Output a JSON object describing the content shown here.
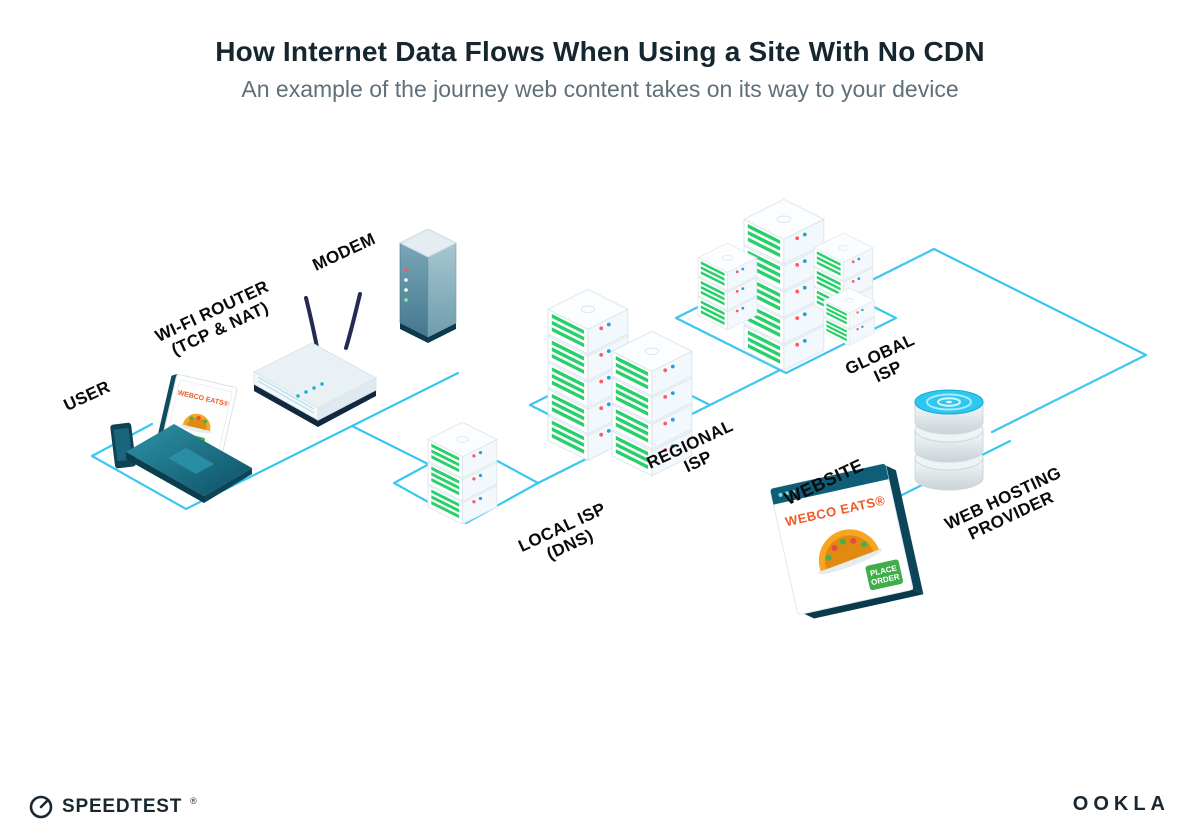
{
  "header": {
    "title": "How Internet Data Flows When Using a Site With No CDN",
    "subtitle": "An example of the journey web content takes on its way to your device"
  },
  "nodes": {
    "user": {
      "label": "USER"
    },
    "wifi_router": {
      "label_line1": "WI-FI ROUTER",
      "label_line2": "(TCP & NAT)"
    },
    "modem": {
      "label": "MODEM"
    },
    "local_isp": {
      "label_line1": "LOCAL ISP",
      "label_line2": "(DNS)"
    },
    "regional_isp": {
      "label_line1": "REGIONAL",
      "label_line2": "ISP"
    },
    "global_isp": {
      "label_line1": "GLOBAL",
      "label_line2": "ISP"
    },
    "website": {
      "label": "WEBSITE"
    },
    "web_hosting": {
      "label_line1": "WEB HOSTING",
      "label_line2": "PROVIDER"
    }
  },
  "website_card": {
    "brand": "WEBCO EATS®",
    "button_line1": "PLACE",
    "button_line2": "ORDER"
  },
  "laptop_screen": {
    "brand": "WEBCO EATS®"
  },
  "footer": {
    "speedtest": "SPEEDTEST",
    "speedtest_reg": "®",
    "ookla": "OOKLA"
  },
  "colors": {
    "connector": "#3CC7F2",
    "server_green": "#28D06C",
    "teal_dark": "#0F5E77",
    "orange_brand": "#EF5A23",
    "button_green": "#3FAE49"
  }
}
